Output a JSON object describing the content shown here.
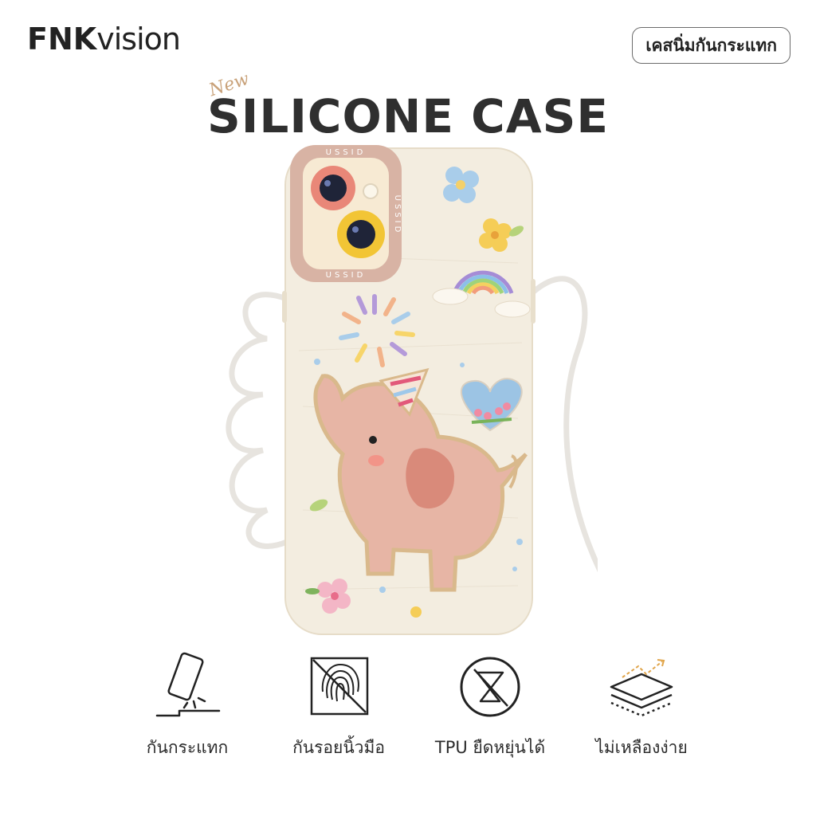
{
  "brand": {
    "name_bold": "FNK",
    "name_light": "vision"
  },
  "tag": {
    "label": "เคสนิ่มกันกระแทก"
  },
  "headline": {
    "prefix": "New",
    "title": "SILICONE CASE"
  },
  "product": {
    "bumper_text": "USSID",
    "case_color": "#f3ede0",
    "camera_frame_color": "#d8b3a4",
    "lens_colors": [
      "#e98778",
      "#f2c535"
    ]
  },
  "features": [
    {
      "icon": "shockproof-phone-icon",
      "label": "กันกระแทก"
    },
    {
      "icon": "fingerprint-icon",
      "label": "กันรอยนิ้วมือ"
    },
    {
      "icon": "flexible-tpu-icon",
      "label": "TPU ยืดหยุ่นได้"
    },
    {
      "icon": "layers-icon",
      "label": "ไม่เหลืองง่าย"
    }
  ]
}
